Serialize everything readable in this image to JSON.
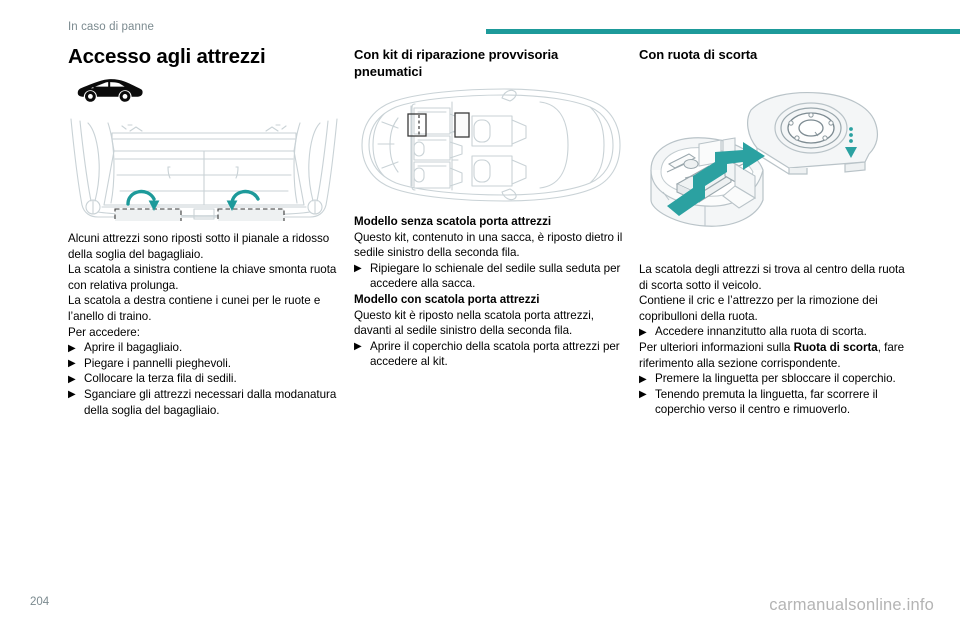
{
  "header": {
    "breadcrumb": "In caso di panne",
    "rule_color": "#1d9a9a"
  },
  "colors": {
    "teal": "#1d9a9a",
    "arrow_teal": "#2ba1a1",
    "line_art": "#c3ccd0",
    "muted_text": "#7b8a8f",
    "credit_text": "#b4b4b4"
  },
  "columns": {
    "col1": {
      "title": "Accesso agli attrezzi",
      "figure_car_side_name": "vehicle-side-silhouette",
      "figure_boot_name": "boot-floor-storage-diagram",
      "paragraphs": [
        "Alcuni attrezzi sono riposti sotto il pianale a ridosso della soglia del bagagliaio.",
        "La scatola a sinistra contiene la chiave smonta ruota con relativa prolunga.",
        "La scatola a destra contiene i cunei per le ruote e l’anello di traino.",
        "Per accedere:"
      ],
      "bullets": [
        "Aprire il bagagliaio.",
        "Piegare i pannelli pieghevoli.",
        "Collocare la terza fila di sedili.",
        "Sganciare gli attrezzi necessari dalla modanatura della soglia del bagagliaio."
      ]
    },
    "col2": {
      "title": "Con kit di riparazione provvisoria pneumatici",
      "figure_name": "vehicle-top-view-seats-diagram",
      "sub1_head": "Modello senza scatola porta attrezzi",
      "sub1_paras": [
        "Questo kit, contenuto in una sacca, è riposto dietro il sedile sinistro della seconda fila."
      ],
      "sub1_bullets": [
        "Ripiegare lo schienale del sedile sulla seduta per accedere alla sacca."
      ],
      "sub2_head": "Modello con scatola porta attrezzi",
      "sub2_paras": [
        "Questo kit è riposto nella scatola porta attrezzi, davanti al sedile sinistro della seconda fila."
      ],
      "sub2_bullets": [
        "Aprire il coperchio della scatola porta attrezzi per accedere al kit."
      ]
    },
    "col3": {
      "title": "Con ruota di scorta",
      "figure_name": "toolbox-in-spare-wheel-diagram",
      "paragraphs": [
        "La scatola degli attrezzi si trova al centro della ruota di scorta sotto il veicolo.",
        "Contiene il cric e l’attrezzo per la rimozione dei copribulloni della ruota."
      ],
      "bullet_access": "Accedere innanzitutto alla ruota di scorta.",
      "reference_prefix": "Per ulteriori informazioni sulla ",
      "reference_emph": "Ruota di scorta",
      "reference_suffix": ", fare riferimento alla sezione corrispondente.",
      "bullets": [
        "Premere la linguetta per sbloccare il coperchio.",
        "Tenendo premuta la linguetta, far scorrere il coperchio verso il centro e rimuoverlo."
      ]
    }
  },
  "footer": {
    "page_number": "204",
    "site_credit": "carmanualsonline.info"
  },
  "glyphs": {
    "bullet_arrow": "▶"
  }
}
